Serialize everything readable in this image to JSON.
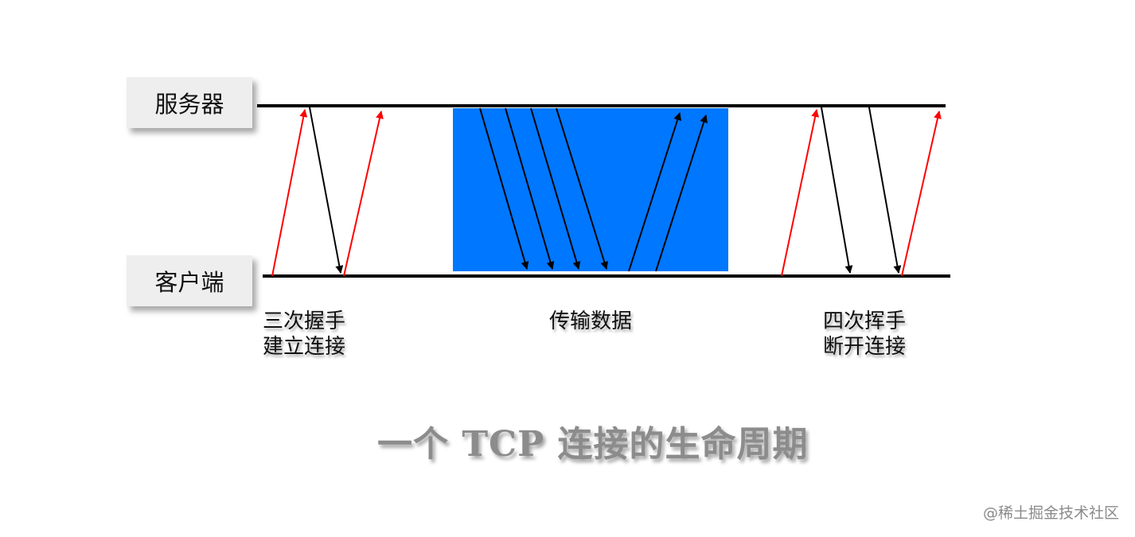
{
  "nodes": {
    "server": "服务器",
    "client": "客户端"
  },
  "phases": {
    "handshake": {
      "line1": "三次握手",
      "line2": "建立连接"
    },
    "transfer": {
      "line1": "传输数据"
    },
    "wave": {
      "line1": "四次挥手",
      "line2": "断开连接"
    }
  },
  "caption": "一个 TCP 连接的生命周期",
  "watermark": "@稀土掘金技术社区",
  "colors": {
    "timeline": "#000000",
    "syn_arrow": "#ff0000",
    "ack_arrow": "#000000",
    "data_region": "#0077ff",
    "caption": "#8c8c8c"
  },
  "arrows": {
    "handshake": [
      "client-to-server",
      "server-to-client",
      "client-to-server"
    ],
    "transfer": [
      "server-to-client",
      "server-to-client",
      "server-to-client",
      "server-to-client",
      "client-to-server",
      "client-to-server"
    ],
    "wave": [
      "client-to-server",
      "server-to-client",
      "server-to-client",
      "client-to-server"
    ]
  }
}
